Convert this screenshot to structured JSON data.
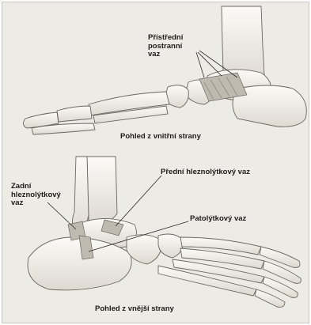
{
  "top_panel": {
    "ligament_label": "Přístřední postranní vaz",
    "caption": "Pohled z vnitřní strany"
  },
  "bottom_panel": {
    "posterior_label": "Zadní hleznolýtkový vaz",
    "anterior_label": "Přední hleznolýtkový vaz",
    "calcaneofibular_label": "Patolýtkový vaz",
    "caption": "Pohled z vnější strany"
  },
  "colors": {
    "background": "#ecebe6",
    "bone_fill": "#f6f4ee",
    "bone_outline": "#6a6660",
    "ligament_fill": "#bfbab0",
    "text": "#1e1c1a"
  }
}
